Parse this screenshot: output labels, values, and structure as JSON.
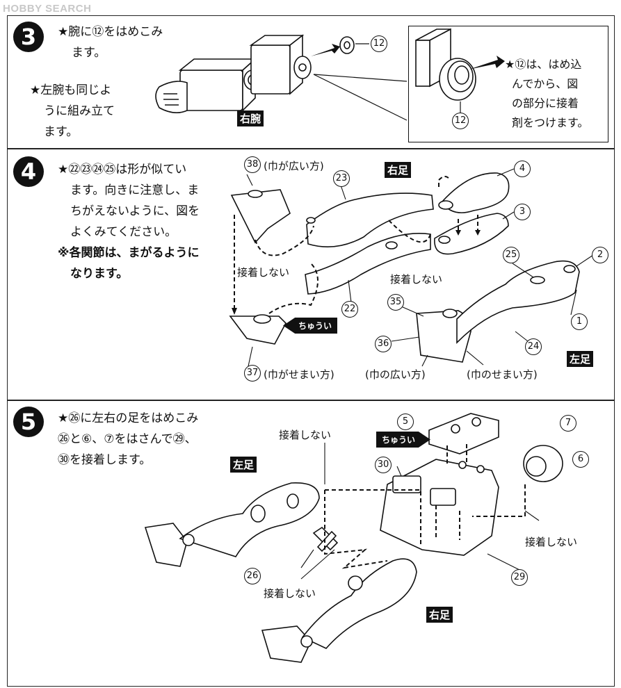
{
  "site": {
    "logo_text": "HOBBY SEARCH"
  },
  "step3": {
    "number": "3",
    "line1": "★腕に⑫をはめこみ",
    "line2": "ます。",
    "line3": "★左腕も同じよ",
    "line4": "うに組み立て",
    "line5": "ます。",
    "tag": "右腕",
    "part12": "12",
    "part12b": "12",
    "inset_l1": "★⑫は、はめ込",
    "inset_l2": "んでから、図",
    "inset_l3": "の部分に接着",
    "inset_l4": "剤をつけます。"
  },
  "step4": {
    "number": "4",
    "line1": "★㉒㉓㉔㉕は形が似てい",
    "line2": "ます。向きに注意し、ま",
    "line3": "ちがえないように、図を",
    "line4": "よくみてください。",
    "line5": "※各関節は、まがるように",
    "line6": "なります。",
    "tag_right": "右足",
    "tag_left": "左足",
    "label_38": "(巾が広い方)",
    "label_37": "(巾がせまい方)",
    "label_36": "(巾の広い方)",
    "label_narrow": "(巾のせまい方)",
    "no_glue_1": "接着しない",
    "no_glue_2": "接着しない",
    "caution": "ちゅうい",
    "parts": [
      "38",
      "23",
      "4",
      "3",
      "25",
      "2",
      "22",
      "35",
      "1",
      "36",
      "24",
      "37"
    ]
  },
  "step5": {
    "number": "5",
    "line1": "★㉖に左右の足をはめこみ",
    "line2": "㉖と⑥、⑦をはさんで㉙、",
    "line3": "㉚を接着します。",
    "tag_left": "左足",
    "tag_right": "右足",
    "no_glue_top": "接着しない",
    "no_glue_right": "接着しない",
    "no_glue_bottom": "接着しない",
    "caution": "ちゅうい",
    "parts": [
      "5",
      "7",
      "6",
      "30",
      "26",
      "29"
    ]
  }
}
